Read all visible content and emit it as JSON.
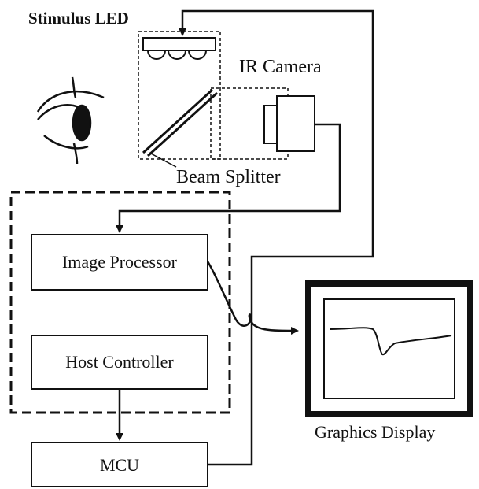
{
  "labels": {
    "stimulus_led": "Stimulus LED",
    "ir_camera": "IR Camera",
    "beam_splitter": "Beam Splitter",
    "image_processor": "Image Processor",
    "host_controller": "Host Controller",
    "mcu": "MCU",
    "graphics_display": "Graphics Display"
  },
  "colors": {
    "ink": "#111111",
    "background": "#ffffff"
  }
}
